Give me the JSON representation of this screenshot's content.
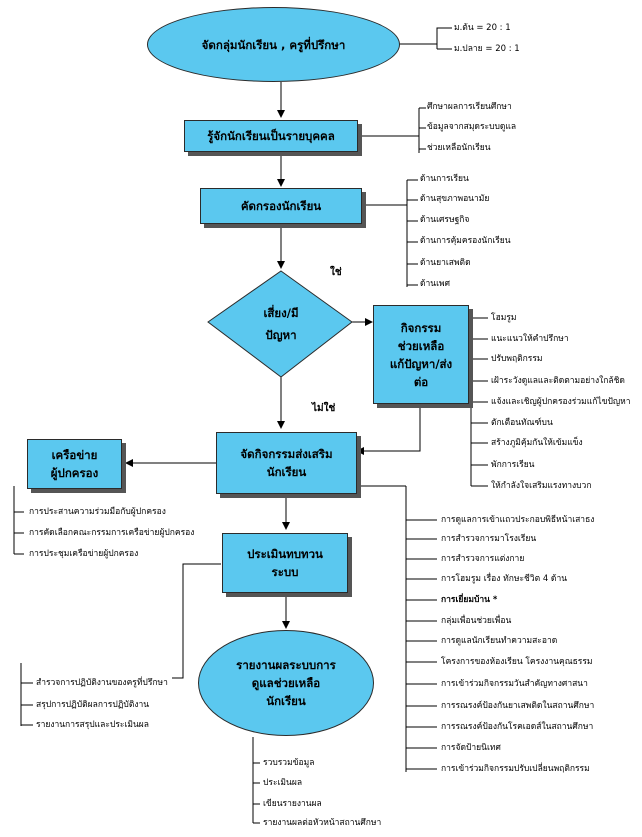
{
  "nodes": {
    "group": "จัดกลุ่มนักเรียน , ครูที่ปรึกษา",
    "know": "รู้จักนักเรียนเป็นรายบุคคล",
    "screen": "คัดกรองนักเรียน",
    "risk": [
      "เสี่ยง/มี",
      "ปัญหา"
    ],
    "solve": [
      "กิจกรรม",
      "ช่วยเหลือ",
      "แก้ปัญหา/ส่ง",
      "ต่อ"
    ],
    "promote": [
      "จัดกิจกรรมส่งเสริม",
      "นักเรียน"
    ],
    "network": [
      "เครือข่าย",
      "ผู้ปกครอง"
    ],
    "evaluate": [
      "ประเมินทบทวน",
      "ระบบ"
    ],
    "report": [
      "รายงานผลระบบการ",
      "ดูแลช่วยเหลือ",
      "นักเรียน"
    ]
  },
  "edge_labels": {
    "yes": "ใช่",
    "no": "ไม่ใช่"
  },
  "ratios": [
    "ม.ต้น = 20 : 1",
    "ม.ปลาย = 20 : 1"
  ],
  "know_items": [
    "ศึกษาผลการเรียนศึกษา",
    "ข้อมูลจากสมุดระบบดูแล",
    "ช่วยเหลือนักเรียน"
  ],
  "screen_items": [
    "ด้านการเรียน",
    "ด้านสุขภาพอนามัย",
    "ด้านเศรษฐกิจ",
    "ด้านการคุ้มครองนักเรียน",
    "ด้านยาเสพติด",
    "ด้านเพศ"
  ],
  "solve_items": [
    "โฮมรูม",
    "แนะแนวให้คำปรึกษา",
    "ปรับพฤติกรรม",
    "เฝ้าระวังดูแลและติดตามอย่างใกล้ชิด",
    "แจ้งและเชิญผู้ปกครองร่วมแก้ไขปัญหา",
    "ตักเตือนทัณฑ์บน",
    "สร้างภูมิคุ้มกันให้เข้มแข็ง",
    "พักการเรียน",
    "ให้กำลังใจเสริมแรงทางบวก"
  ],
  "network_items": [
    "การประสานความร่วมมือกับผู้ปกครอง",
    "การคัดเลือกคณะกรรมการเครือข่ายผู้ปกครอง",
    "การประชุมเครือข่ายผู้ปกครอง"
  ],
  "promote_items": [
    {
      "text": "การดูแลการเข้าแถวประกอบพิธีหน้าเสาธง",
      "bold": false
    },
    {
      "text": "การสำรวจการมาโรงเรียน",
      "bold": false
    },
    {
      "text": "การสำรวจการแต่งกาย",
      "bold": false
    },
    {
      "text": "การโฮมรูม เรื่อง ทักษะชีวิต 4 ด้าน",
      "bold": false
    },
    {
      "text": "การเยี่ยมบ้าน *",
      "bold": true
    },
    {
      "text": "กลุ่มเพื่อนช่วยเพื่อน",
      "bold": false
    },
    {
      "text": "การดูแลนักเรียนทำความสะอาด",
      "bold": false
    },
    {
      "text": "โครงการของห้องเรียน โครงงานคุณธรรม",
      "bold": false
    },
    {
      "text": "การเข้าร่วมกิจกรรมวันสำคัญทางศาสนา",
      "bold": false
    },
    {
      "text": "การรณรงค์ป้องกันยาเสพติดในสถานศึกษา",
      "bold": false
    },
    {
      "text": "การรณรงค์ป้องกันโรคเอดส์ในสถานศึกษา",
      "bold": false
    },
    {
      "text": "การจัดป้ายนิเทศ",
      "bold": false
    },
    {
      "text": "การเข้าร่วมกิจกรรมปรับเปลี่ยนพฤติกรรม",
      "bold": false
    }
  ],
  "evaluate_items": [
    "สำรวจการปฏิบัติงานของครูที่ปรึกษา",
    "สรุปการปฏิบัติผลการปฏิบัติงาน",
    "รายงานการสรุปและประเมินผล"
  ],
  "report_items": [
    "รวบรวมข้อมูล",
    "ประเมินผล",
    "เขียนรายงานผล",
    "รายงานผลต่อหัวหน้าสถานศึกษา"
  ]
}
